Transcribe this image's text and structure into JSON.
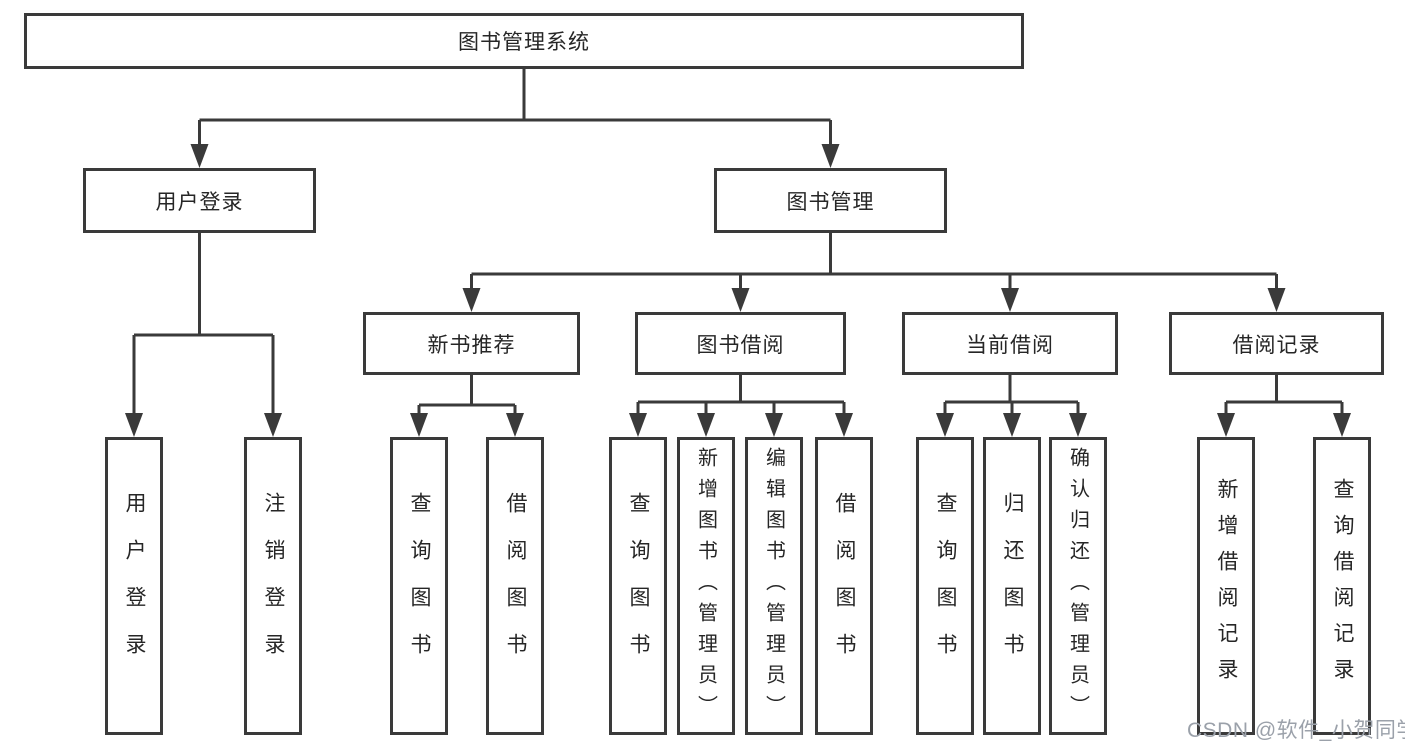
{
  "diagram": {
    "root": {
      "label": "图书管理系统"
    },
    "level2": [
      {
        "label": "用户登录"
      },
      {
        "label": "图书管理"
      }
    ],
    "level3": [
      {
        "label": "新书推荐",
        "parent": "图书管理"
      },
      {
        "label": "图书借阅",
        "parent": "图书管理"
      },
      {
        "label": "当前借阅",
        "parent": "图书管理"
      },
      {
        "label": "借阅记录",
        "parent": "图书管理"
      }
    ],
    "leaves": [
      {
        "label": "用户登录",
        "parent": "用户登录"
      },
      {
        "label": "注销登录",
        "parent": "用户登录"
      },
      {
        "label": "查询图书",
        "parent": "新书推荐"
      },
      {
        "label": "借阅图书",
        "parent": "新书推荐"
      },
      {
        "label": "查询图书",
        "parent": "图书借阅"
      },
      {
        "label": "新增图书（管理员）",
        "parent": "图书借阅"
      },
      {
        "label": "编辑图书（管理员）",
        "parent": "图书借阅"
      },
      {
        "label": "借阅图书",
        "parent": "图书借阅"
      },
      {
        "label": "查询图书",
        "parent": "当前借阅"
      },
      {
        "label": "归还图书",
        "parent": "当前借阅"
      },
      {
        "label": "确认归还（管理员）",
        "parent": "当前借阅"
      },
      {
        "label": "新增借阅记录",
        "parent": "借阅记录"
      },
      {
        "label": "查询借阅记录",
        "parent": "借阅记录"
      }
    ]
  },
  "watermark": {
    "text": "CSDN @软件_小贺同学"
  },
  "colors": {
    "line": "#3a3a3a",
    "border": "#3a3a3a",
    "text": "#262626",
    "background": "#ffffff",
    "watermark": "#9ba1aa"
  }
}
